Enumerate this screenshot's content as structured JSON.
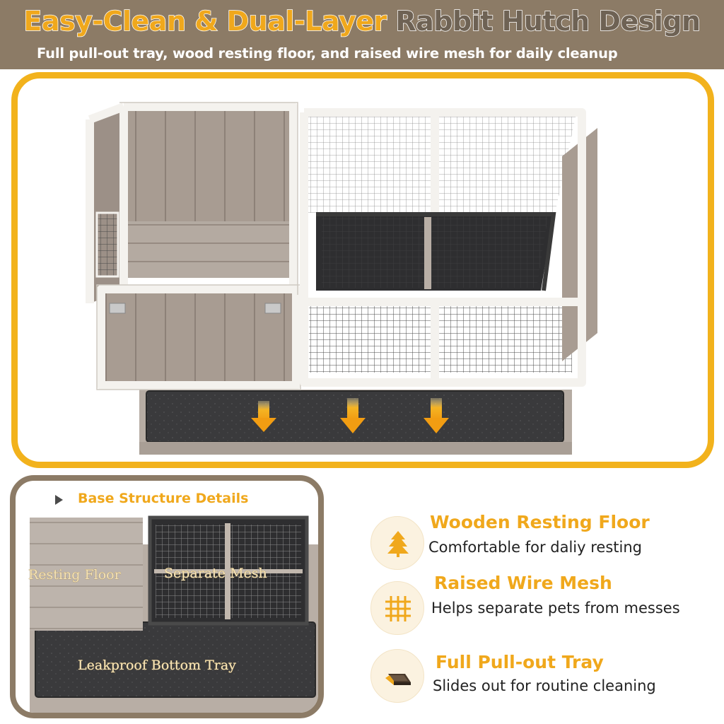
{
  "header": {
    "title_highlight": "Easy-Clean & Dual-Layer",
    "title_rest": "Rabbit Hutch Design",
    "subtitle": "Full pull-out tray, wood resting floor, and raised wire mesh for daily cleanup"
  },
  "colors": {
    "accent_yellow": "#f2b21c",
    "header_brown": "#8c7b66",
    "tray_dark": "#3a3a3c",
    "wood_gray": "#a89c92"
  },
  "base_panel": {
    "heading": "Base Structure Details",
    "labels": {
      "resting_floor": "Resting Floor",
      "separate_mesh": "Separate Mesh",
      "bottom_tray": "Leakproof Bottom Tray"
    }
  },
  "features": [
    {
      "icon": "tree-icon",
      "title": "Wooden Resting Floor",
      "desc": "Comfortable for daliy resting"
    },
    {
      "icon": "grid-mesh-icon",
      "title": "Raised Wire Mesh",
      "desc": "Helps separate pets from messes"
    },
    {
      "icon": "tray-icon",
      "title": "Full Pull-out Tray",
      "desc": "Slides out for routine cleaning"
    }
  ]
}
